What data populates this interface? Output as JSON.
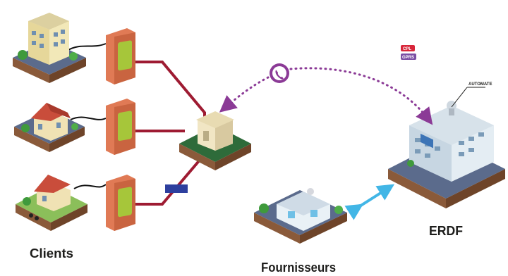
{
  "labels": {
    "clients": "Clients",
    "fournisseurs": "Fournisseurs",
    "erdf": "ERDF",
    "automate": "AUTOMATE"
  },
  "legend": {
    "cpl": "CPL",
    "gprs": "GPRS"
  },
  "colors": {
    "power_line": "#9e1b32",
    "meter_box": "#e07a55",
    "meter_face": "#a6c63a",
    "comm_dotted": "#8b3a96",
    "cpl_badge": "#d8263a",
    "gprs_badge": "#7b4fa4",
    "sync_arrow": "#42b6e6",
    "ground_soil": "#8a5a3a",
    "ground_top": "#5b6b8c"
  },
  "icons": {
    "phone_badge": "phone-icon",
    "sync_arrow": "double-arrow-icon"
  }
}
